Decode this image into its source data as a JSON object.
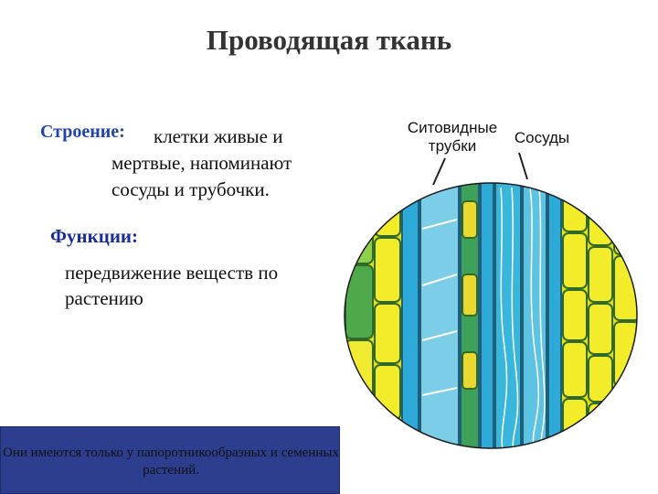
{
  "slide": {
    "title": "Проводящая ткань",
    "structure_heading": "Строение:",
    "structure_line1": "клетки живые и",
    "structure_rest": "мертвые, напоминают сосуды и трубочки.",
    "functions_heading": "Функции:",
    "functions_text": "передвижение веществ по растению",
    "note": "Они имеются только у папоротникообразных и семенных растений."
  },
  "figure": {
    "label_sieve_tubes": "Ситовидные трубки",
    "label_vessels": "Сосуды"
  },
  "colors": {
    "title": "#333333",
    "heading": "#2244aa",
    "note_background": "#2d3e8f",
    "cell_yellow": "#f2ec2a",
    "cell_green": "#3fa05a",
    "cell_blue": "#2eaad8",
    "cell_outline": "#1f5f3a"
  }
}
